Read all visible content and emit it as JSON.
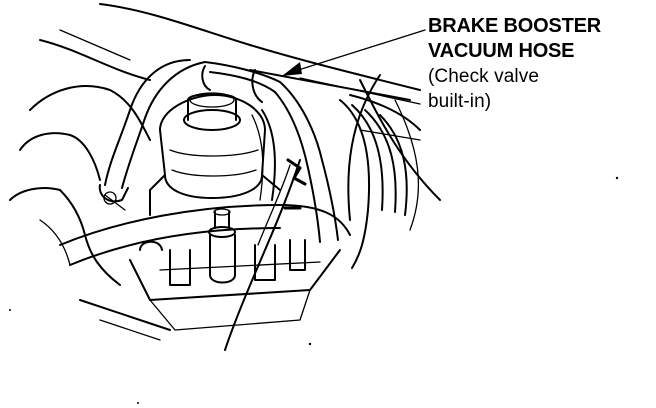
{
  "callout": {
    "line1": "BRAKE BOOSTER",
    "line2": "VACUUM HOSE",
    "line3": "(Check valve",
    "line4": "built-in)"
  },
  "colors": {
    "ink": "#000000",
    "background": "#ffffff"
  }
}
